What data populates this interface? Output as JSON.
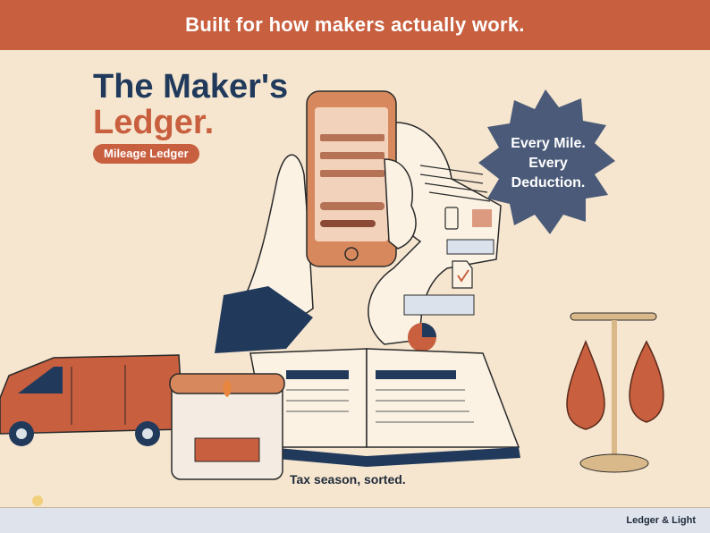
{
  "banner": {
    "text": "Built for how makers actually work."
  },
  "title": {
    "line1": "The Maker's",
    "line2": "Ledger."
  },
  "pill": {
    "label": "Mileage Ledger"
  },
  "badge": {
    "line1": "Every Mile.",
    "line2": "Every",
    "line3": "Deduction."
  },
  "caption": {
    "text": "Tax season, sorted."
  },
  "footer": {
    "brand": "Ledger & Light"
  },
  "colors": {
    "navy": "#213a5c",
    "terracotta": "#c85f3f",
    "cream": "#f6e6cf",
    "footer_bg": "#dee3ec"
  },
  "icons": [
    "van-icon",
    "candle-jar-icon",
    "open-ledger-book-icon",
    "phone-in-hand-icon",
    "receipt-scroll-icon",
    "earrings-stand-icon",
    "book-lamp-logo-icon"
  ]
}
